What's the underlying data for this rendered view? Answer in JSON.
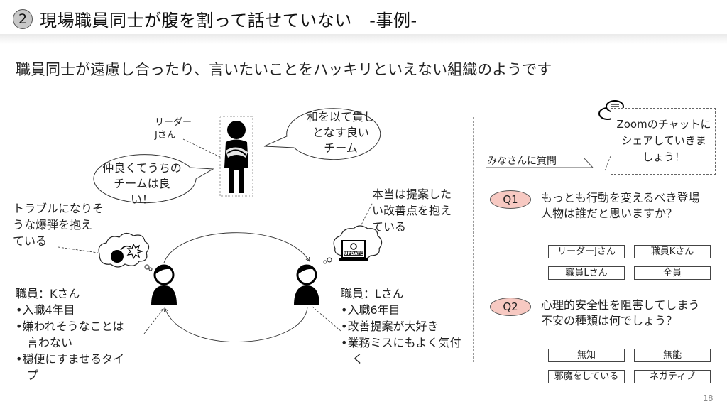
{
  "header": {
    "number": "2",
    "title": "現場職員同士が腹を割って話せていない　-事例-"
  },
  "subtitle": "職員同士が遠慮し合ったり、言いたいことをハッキリといえない組織のようです",
  "diagram": {
    "leader": {
      "label_line1": "リーダー",
      "label_line2": "Jさん",
      "speech_right": [
        "和を以て貴し",
        "となす良い",
        "チーム"
      ],
      "speech_left": [
        "仲良くてうちの",
        "チームは良",
        "い！"
      ]
    },
    "staff_k": {
      "thought_lines": [
        "トラブルになりそ",
        "うな爆弾を抱え",
        "ている"
      ],
      "name": "職員：Kさん",
      "bullets": [
        "•入職4年目",
        "•嫌われそうなことは",
        "　言わない",
        "•穏便にすませるタイ",
        "　プ"
      ]
    },
    "staff_l": {
      "thought_lines": [
        "本当は提案した",
        "い改善点を抱え",
        "ている"
      ],
      "laptop_label": "UPDATE",
      "name": "職員：Lさん",
      "bullets": [
        "•入職6年目",
        "•改善提案が大好き",
        "•業務ミスにもよく気付",
        "　く"
      ]
    }
  },
  "questions": {
    "heading": "みなさんに質問",
    "zoom_note": [
      "Zoomのチャットに",
      "シェアしていきま",
      "しょう！"
    ],
    "items": [
      {
        "badge": "Q1",
        "text": "もっとも行動を変えるべき登場人物は誰だと思いますか？",
        "options": [
          "リーダーJさん",
          "職員Kさん",
          "職員Lさん",
          "全員"
        ]
      },
      {
        "badge": "Q2",
        "text": "心理的安全性を阻害してしまう不安の種類は何でしょう？",
        "options": [
          "無知",
          "無能",
          "邪魔をしている",
          "ネガティブ"
        ]
      }
    ]
  },
  "colors": {
    "q_badge": "#f7c9c2",
    "number_badge": "#c8c8c8"
  },
  "page_number": "18"
}
